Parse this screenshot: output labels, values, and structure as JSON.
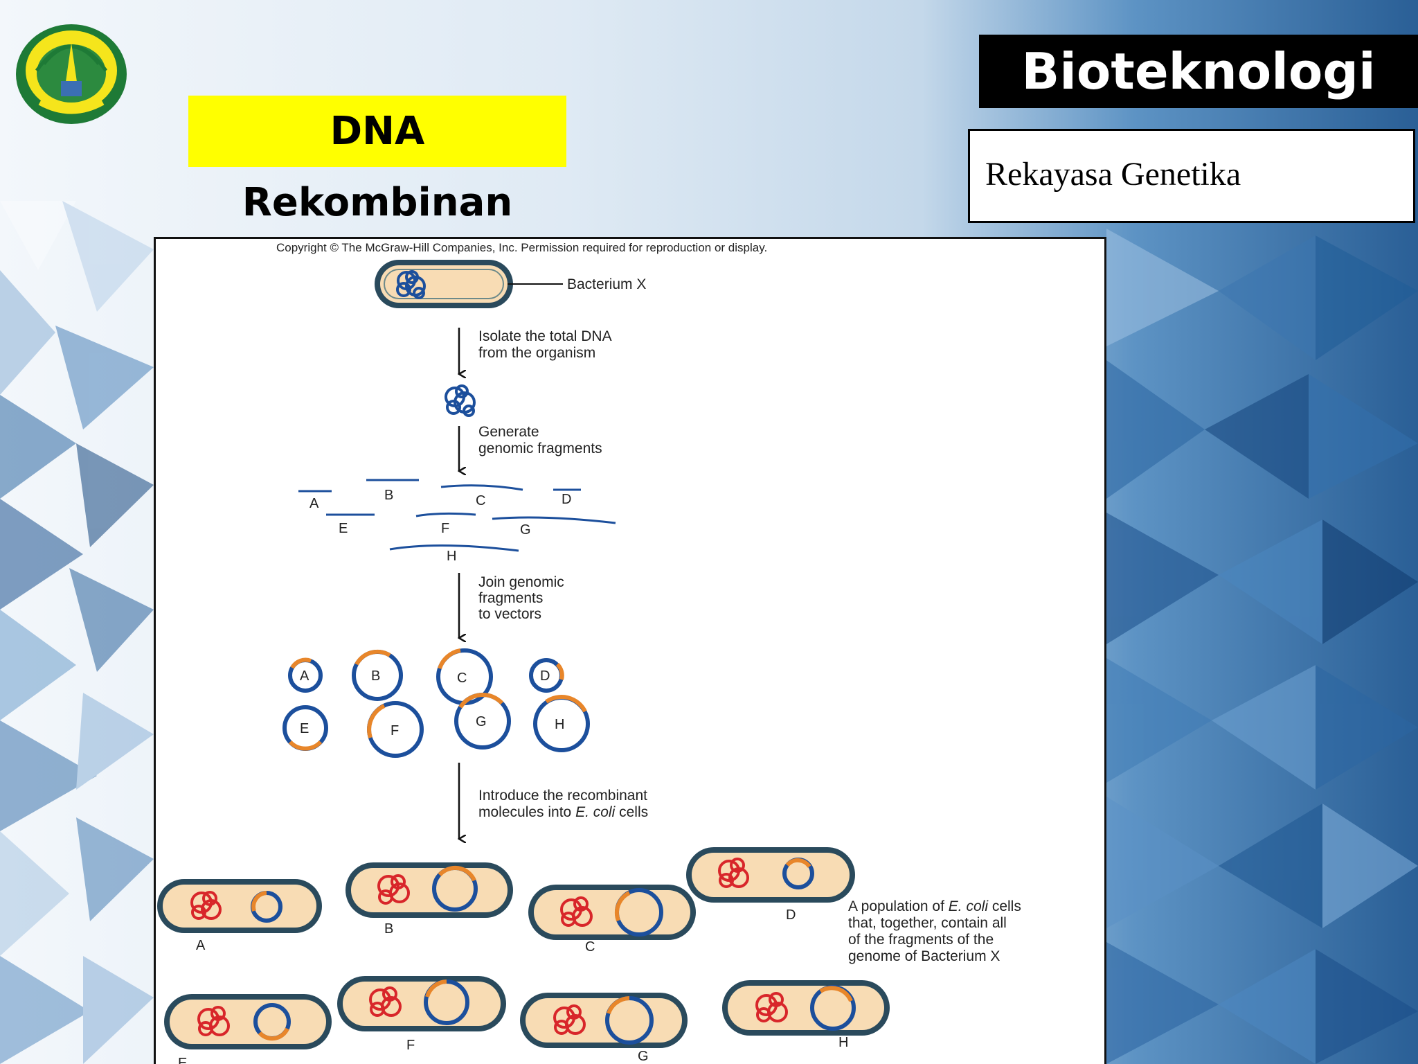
{
  "header": {
    "title": "Bioteknologi",
    "subtitle": "Rekayasa Genetika",
    "section_label": "DNA Rekombinan"
  },
  "figure": {
    "copyright": "Copyright © The McGraw-Hill Companies, Inc. Permission required for reproduction or display.",
    "source_label": "Bacterium X",
    "steps": {
      "isolate": [
        "Isolate the total DNA",
        "from the organism"
      ],
      "generate": [
        "Generate",
        "genomic fragments"
      ],
      "join": [
        "Join genomic",
        "fragments",
        "to vectors"
      ],
      "introduce_l1": "Introduce the recombinant",
      "introduce_l2_a": "molecules into ",
      "introduce_l2_b": "E. coli",
      "introduce_l2_c": " cells"
    },
    "fragment_labels": [
      "A",
      "B",
      "C",
      "D",
      "E",
      "F",
      "G",
      "H"
    ],
    "population_note": {
      "l1_a": "A population of ",
      "l1_b": "E. coli",
      "l1_c": " cells",
      "l2": "that, together, contain all",
      "l3": "of the fragments of the",
      "l4": "genome of Bacterium X"
    }
  },
  "colors": {
    "title_bg": "#000000",
    "label_bg": "#ffff00",
    "dna_blue": "#1c4f9c",
    "insert_orange": "#e8862a",
    "cell_fill": "#f8dcb4",
    "cell_border": "#2a4a5c",
    "chromosome_red": "#d8262a"
  }
}
